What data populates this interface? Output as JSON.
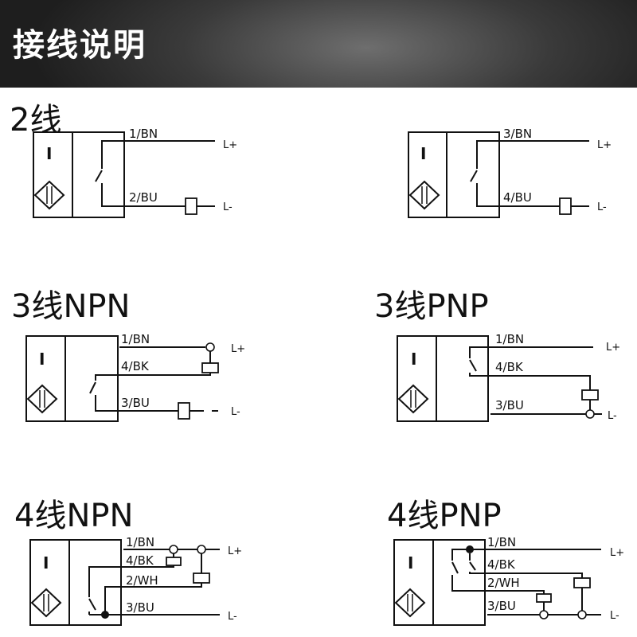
{
  "header": {
    "title": "接线说明"
  },
  "sections": {
    "two_wire": {
      "title": "2线"
    },
    "three_npn": {
      "title": "3线NPN"
    },
    "three_pnp": {
      "title": "3线PNP"
    },
    "four_npn": {
      "title": "4线NPN"
    },
    "four_pnp": {
      "title": "4线PNP"
    }
  },
  "diagrams": {
    "d2a": {
      "symbol": "I",
      "wires": [
        "1/BN",
        "2/BU"
      ],
      "terminals": [
        "L+",
        "L-"
      ]
    },
    "d2b": {
      "symbol": "I",
      "wires": [
        "3/BN",
        "4/BU"
      ],
      "terminals": [
        "L+",
        "L-"
      ]
    },
    "d3n": {
      "symbol": "I",
      "wires": [
        "1/BN",
        "4/BK",
        "3/BU"
      ],
      "terminals": [
        "L+",
        "L-"
      ]
    },
    "d3p": {
      "symbol": "I",
      "wires": [
        "1/BN",
        "4/BK",
        "3/BU"
      ],
      "terminals": [
        "L+",
        "L-"
      ]
    },
    "d4n": {
      "symbol": "I",
      "wires": [
        "1/BN",
        "4/BK",
        "2/WH",
        "3/BU"
      ],
      "terminals": [
        "L+",
        "L-"
      ]
    },
    "d4p": {
      "symbol": "I",
      "wires": [
        "1/BN",
        "4/BK",
        "2/WH",
        "3/BU"
      ],
      "terminals": [
        "L+",
        "L-"
      ]
    }
  }
}
